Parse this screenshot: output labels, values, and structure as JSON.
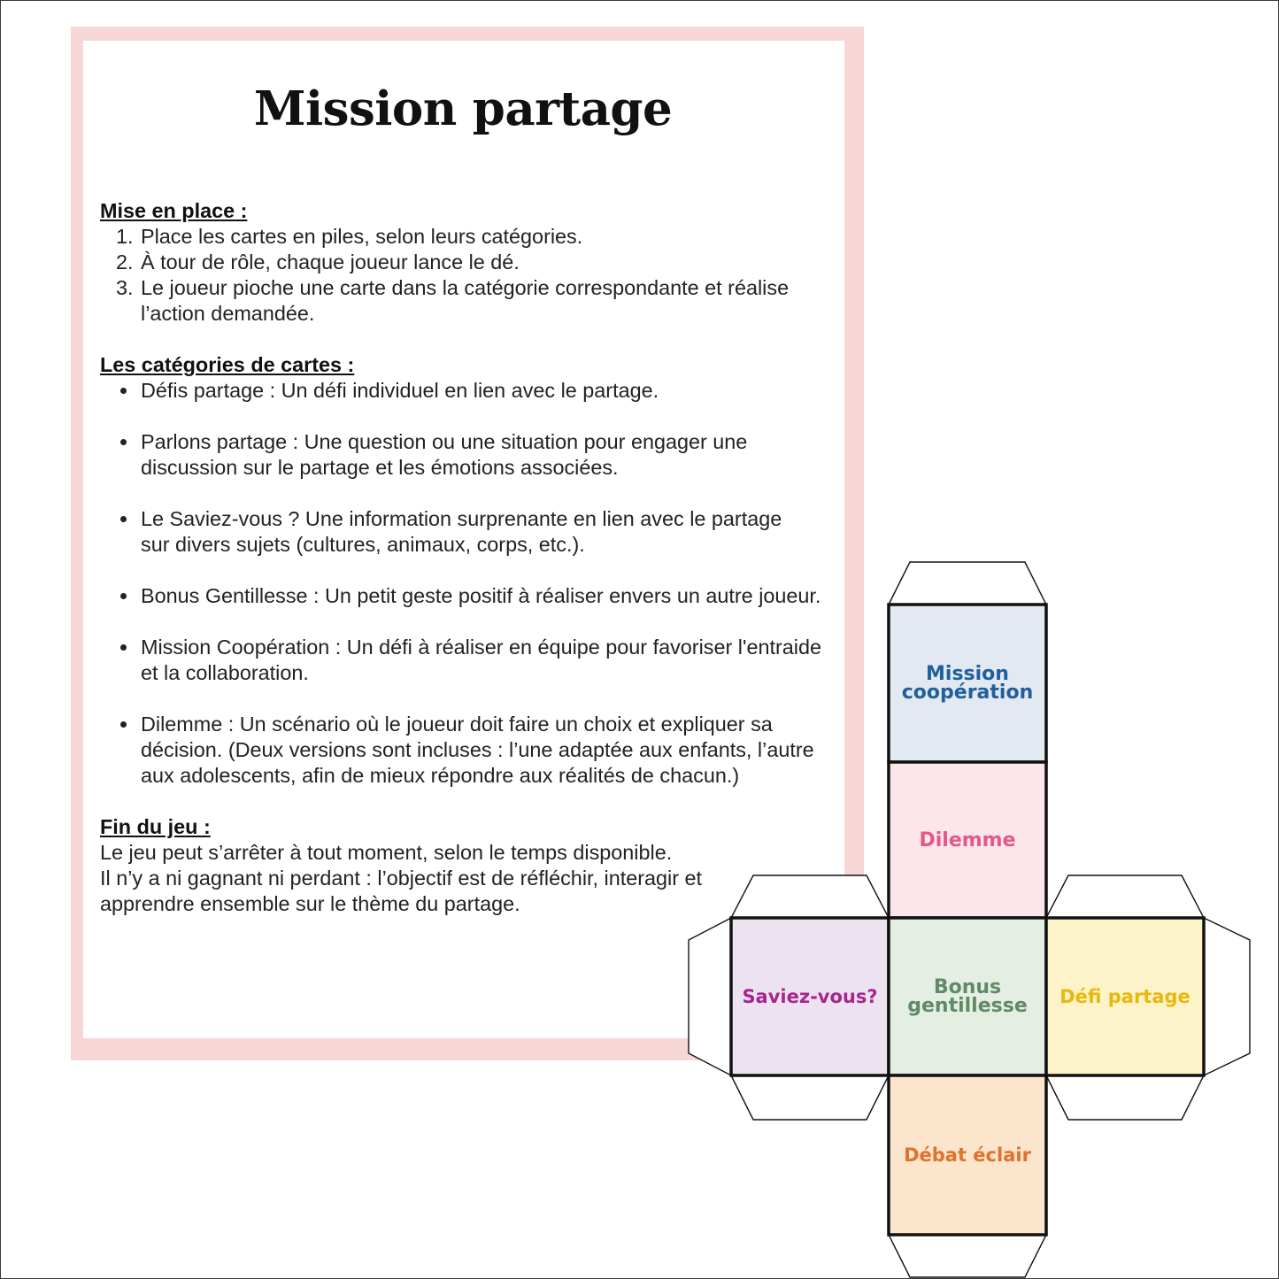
{
  "rules": {
    "title": "Mission partage",
    "setup_heading": "Mise en place :",
    "setup_steps": [
      "Place les cartes en piles, selon leurs catégories.",
      "À tour de rôle, chaque joueur lance le dé.",
      "Le joueur pioche une carte dans la catégorie correspondante et réalise l’action demandée."
    ],
    "categories_heading": "Les catégories de cartes :",
    "categories": [
      "Défis partage : Un défi individuel en lien avec le partage.",
      "Parlons partage : Une question ou une situation pour engager une discussion sur le partage et les émotions associées.",
      "Le Saviez-vous ? Une information surprenante en lien avec le partage sur divers sujets (cultures, animaux, corps, etc.).",
      "Bonus Gentillesse : Un petit geste positif à réaliser envers un autre joueur.",
      "Mission Coopération : Un défi à réaliser en équipe pour favoriser l'entraide et la collaboration.",
      "Dilemme : Un scénario où le joueur doit faire un choix et expliquer sa décision. (Deux versions sont incluses : l’une adaptée aux enfants, l’autre aux adolescents, afin de mieux répondre aux réalités de chacun.)"
    ],
    "end_heading": "Fin du jeu :",
    "end_line_1": "Le jeu peut s’arrêter à tout moment, selon le temps disponible.",
    "end_line_2": " Il n’y a ni gagnant ni perdant : l’objectif est de réfléchir, interagir et apprendre ensemble sur le thème du partage."
  },
  "dice": {
    "faces": {
      "top": {
        "label": "Mission coopération",
        "color": "#1f5f9e",
        "fill": "#e2e9f1"
      },
      "upper": {
        "label": "Dilemme",
        "color": "#e5578a",
        "fill": "#fde6ea"
      },
      "left": {
        "label": "Saviez-vous?",
        "color": "#a8258f",
        "fill": "#ede3f0"
      },
      "center": {
        "label": "Bonus gentillesse",
        "color": "#5f8a67",
        "fill": "#e5eee3"
      },
      "right": {
        "label": "Défi partage",
        "color": "#e7b90e",
        "fill": "#fdf3c8"
      },
      "bottom": {
        "label": "Débat éclair",
        "color": "#e0722c",
        "fill": "#fbe5cc"
      }
    }
  }
}
